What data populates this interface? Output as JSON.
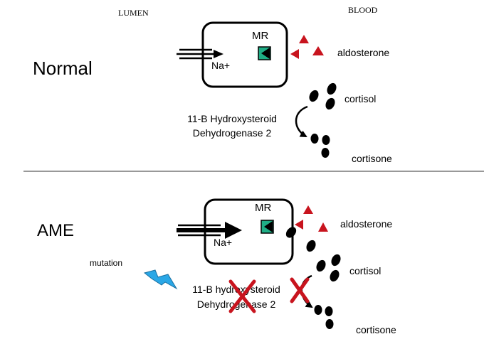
{
  "header": {
    "lumen": "LUMEN",
    "blood": "BLOOD"
  },
  "normal": {
    "title": "Normal",
    "mr": "MR",
    "na": "Na+",
    "aldosterone": "aldosterone",
    "cortisol": "cortisol",
    "cortisone": "cortisone",
    "enzyme_line1": "11-B Hydroxysteroid",
    "enzyme_line2": "Dehydrogenase 2"
  },
  "ame": {
    "title": "AME",
    "mr": "MR",
    "na": "Na+",
    "aldosterone": "aldosterone",
    "cortisol": "cortisol",
    "cortisone": "cortisone",
    "mutation": "mutation",
    "enzyme_line1": "11-B hydroxysteroid",
    "enzyme_line2": "Dehydrogenase 2"
  },
  "colors": {
    "receptor": "#1fae86",
    "aldosterone": "#c8141e",
    "block_x": "#c8141e",
    "lightning": "#2aa7e6",
    "molecule": "#000000"
  },
  "icons": {
    "receptor": "mineralocorticoid-receptor-icon",
    "aldosterone": "aldosterone-triangle-icon",
    "cortisol": "cortisol-drop-icon",
    "cortisone": "cortisone-dot-icon",
    "mutation": "lightning-bolt-icon",
    "block": "red-x-icon"
  }
}
